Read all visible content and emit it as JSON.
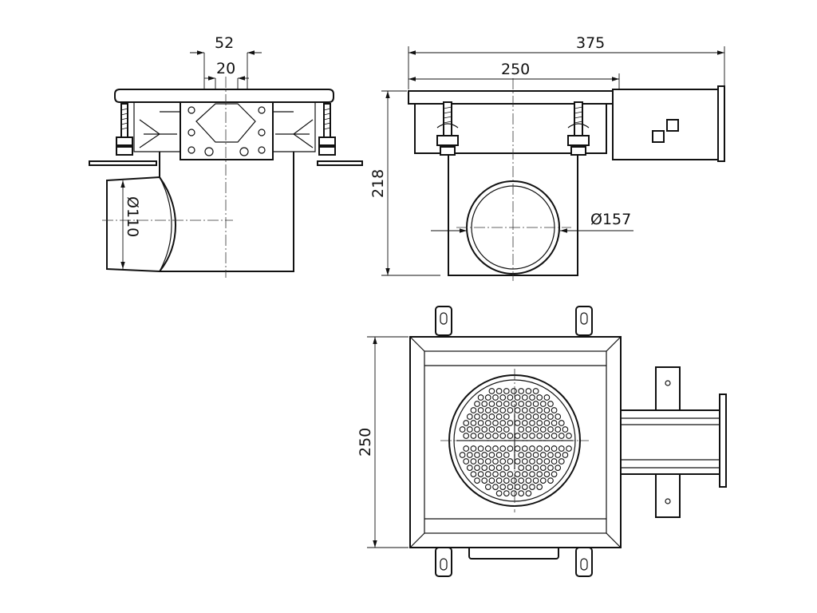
{
  "dimensions": {
    "side_view": {
      "outer_width": "52",
      "inner_width": "20",
      "outlet_diameter": "Ø110"
    },
    "front_view": {
      "overall_length": "375",
      "grate_width": "250",
      "height": "218",
      "pipe_diameter": "Ø157"
    },
    "top_view": {
      "width": "250"
    }
  },
  "colors": {
    "line": "#111111",
    "background": "#ffffff"
  }
}
